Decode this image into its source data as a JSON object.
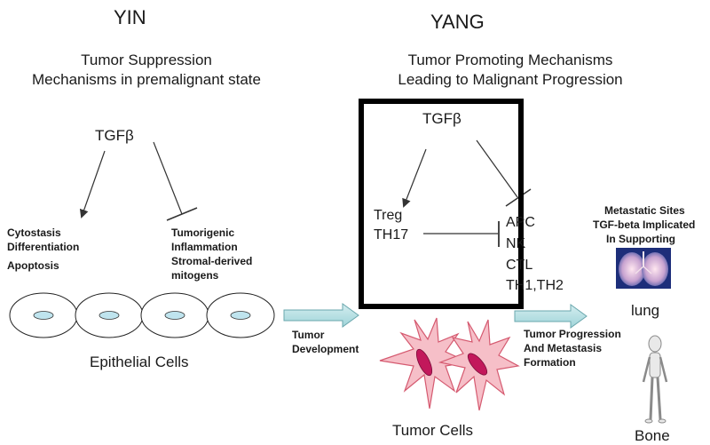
{
  "yin": {
    "title": "YIN",
    "subtitle_line1": "Tumor Suppression",
    "subtitle_line2": "Mechanisms in premalignant state",
    "tgf": "TGFβ",
    "left_line1": "Cytostasis",
    "left_line2": "Differentiation",
    "left_line3": "Apoptosis",
    "right_line1": "Tumorigenic",
    "right_line2": "Inflammation",
    "right_line3": "Stromal-derived",
    "right_line4": "mitogens",
    "cells_label": "Epithelial Cells"
  },
  "yang": {
    "title": "YANG",
    "subtitle_line1": "Tumor Promoting Mechanisms",
    "subtitle_line2": "Leading to Malignant Progression",
    "tgf": "TGFβ",
    "treg": "Treg",
    "th17": "TH17",
    "apc": "APC",
    "nk": "NK",
    "ctl": "CTL",
    "th": "TH1,TH2",
    "tumor_label": "Tumor Cells"
  },
  "arrows": {
    "development_line1": "Tumor",
    "development_line2": "Development",
    "progression_line1": "Tumor Progression",
    "progression_line2": "And Metastasis",
    "progression_line3": "Formation"
  },
  "metastasis": {
    "line1": "Metastatic Sites",
    "line2": "TGF-beta Implicated",
    "line3": "In Supporting",
    "lung": "lung",
    "bone": "Bone"
  }
}
